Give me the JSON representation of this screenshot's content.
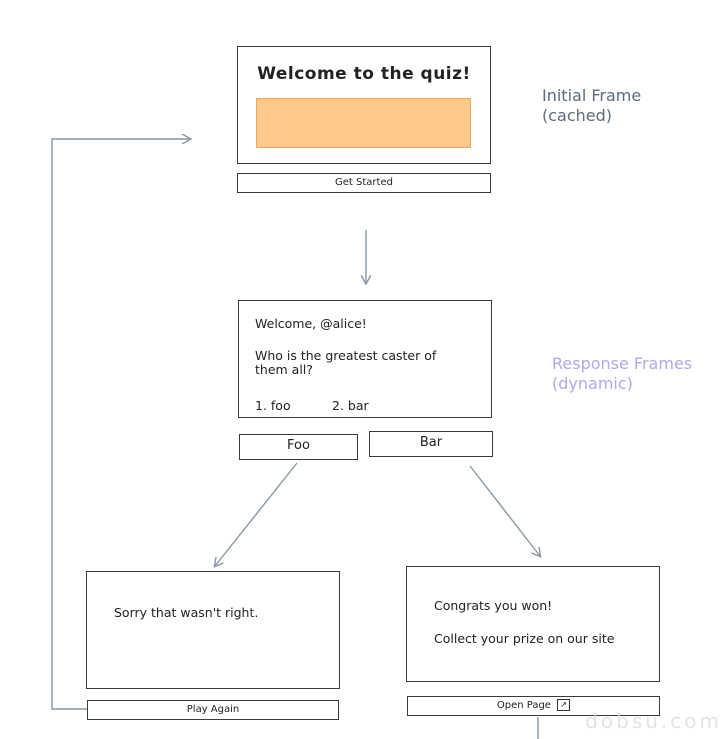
{
  "initial_frame": {
    "title": "Welcome to the quiz!",
    "button_label": "Get Started",
    "note_line1": "Initial Frame",
    "note_line2": "(cached)"
  },
  "response_frame": {
    "greeting": "Welcome, @alice!",
    "question_line1": "Who is the greatest caster of",
    "question_line2": "them all?",
    "option1": "1. foo",
    "option2": "2. bar",
    "button_foo": "Foo",
    "button_bar": "Bar",
    "note_line1": "Response Frames",
    "note_line2": "(dynamic)"
  },
  "wrong_frame": {
    "message": "Sorry that wasn't right.",
    "button_label": "Play Again"
  },
  "win_frame": {
    "line1": "Congrats you won!",
    "line2": "Collect your prize on our site",
    "button_label": "Open Page",
    "button_icon": "external-link-icon"
  },
  "colors": {
    "placeholder_fill": "#fcc98a",
    "arrow": "#8a96a3",
    "note_initial": "#5d6b7a",
    "note_response": "#b3a6ea"
  },
  "watermark": "dobsu.com"
}
